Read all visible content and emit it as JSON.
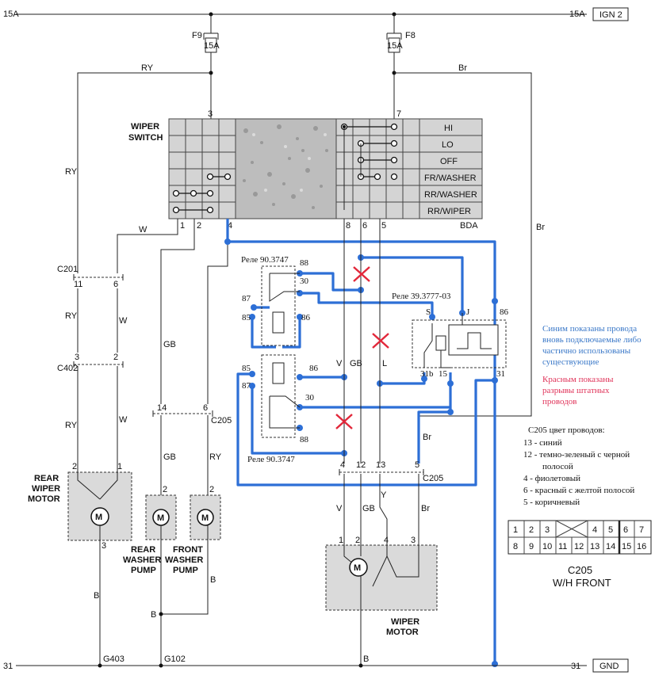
{
  "rails": {
    "top_left": "15A",
    "top_right": "15A",
    "top_box": "IGN 2",
    "bottom_left": "31",
    "bottom_right": "31",
    "bottom_box": "GND"
  },
  "fuses": {
    "f9_name": "F9",
    "f9_rating": "15A",
    "f8_name": "F8",
    "f8_rating": "15A"
  },
  "wire_colors": {
    "ry": "RY",
    "br": "Br",
    "w": "W",
    "gb": "GB",
    "b": "B",
    "v": "V",
    "y": "Y",
    "l": "L"
  },
  "switch": {
    "title_line1": "WIPER",
    "title_line2": "SWITCH",
    "module": "BDA",
    "pin_3": "3",
    "pin_7": "7",
    "pin_1": "1",
    "pin_2": "2",
    "pin_4": "4",
    "pin_8": "8",
    "pin_6": "6",
    "pin_5": "5",
    "modes": [
      "HI",
      "LO",
      "OFF",
      "FR/WASHER",
      "RR/WASHER",
      "RR/WIPER"
    ]
  },
  "connectors": {
    "c201": "C201",
    "c201_pin_a": "11",
    "c201_pin_b": "6",
    "c402": "C402",
    "c402_pin_a": "3",
    "c402_pin_b": "2",
    "c205_left": "C205",
    "c205_left_pin_a": "14",
    "c205_left_pin_b": "6",
    "c205_main": "C205",
    "c205_main_pins": [
      "4",
      "12",
      "13",
      "5"
    ]
  },
  "relays": {
    "upper_title": "Реле 90.3747",
    "lower_title": "Реле 90.3747",
    "timer_title": "Реле 39.3777-03",
    "pin_88": "88",
    "pin_30": "30",
    "pin_87": "87",
    "pin_85": "85",
    "pin_86": "86",
    "timer_s": "S",
    "timer_j": "J",
    "timer_86": "86",
    "timer_31b": "31b",
    "timer_15": "15",
    "timer_31": "31"
  },
  "components": {
    "rear_motor": [
      "REAR",
      "WIPER",
      "MOTOR"
    ],
    "rear_motor_pins": [
      "2",
      "1",
      "3"
    ],
    "rear_pump": [
      "REAR",
      "WASHER",
      "PUMP"
    ],
    "front_pump": [
      "FRONT",
      "WASHER",
      "PUMP"
    ],
    "pump_pin": "2",
    "wiper_motor": [
      "WIPER",
      "MOTOR"
    ],
    "wiper_motor_pins": [
      "1",
      "2",
      "4",
      "3"
    ],
    "motor_symbol": "M"
  },
  "grounds": {
    "g403": "G403",
    "g102": "G102"
  },
  "notes": {
    "blue": [
      "Синим показаны провода",
      "вновь подключаемые либо",
      "частично использованы",
      "существующие"
    ],
    "red": [
      "Красным показаны",
      "разрывы штатных",
      "проводов"
    ],
    "c205_heading": "C205 цвет проводов:",
    "c205_colors": [
      "13  - синий",
      "12  - темно-зеленый с черной",
      "полосой",
      "4  - фиолетовый",
      "6  - красный с желтой полосой",
      "5  - коричневый"
    ]
  },
  "pinout": {
    "row1": [
      "1",
      "2",
      "3",
      "",
      "4",
      "5",
      "6",
      "7"
    ],
    "row2": [
      "8",
      "9",
      "10",
      "11",
      "12",
      "13",
      "14",
      "15",
      "16"
    ],
    "caption1": "C205",
    "caption2": "W/H FRONT"
  },
  "colors": {
    "added_wire": "#2d6fd6",
    "break_mark": "#e2273a",
    "blue_note": "#3a78c8",
    "red_note": "#e0345a"
  }
}
